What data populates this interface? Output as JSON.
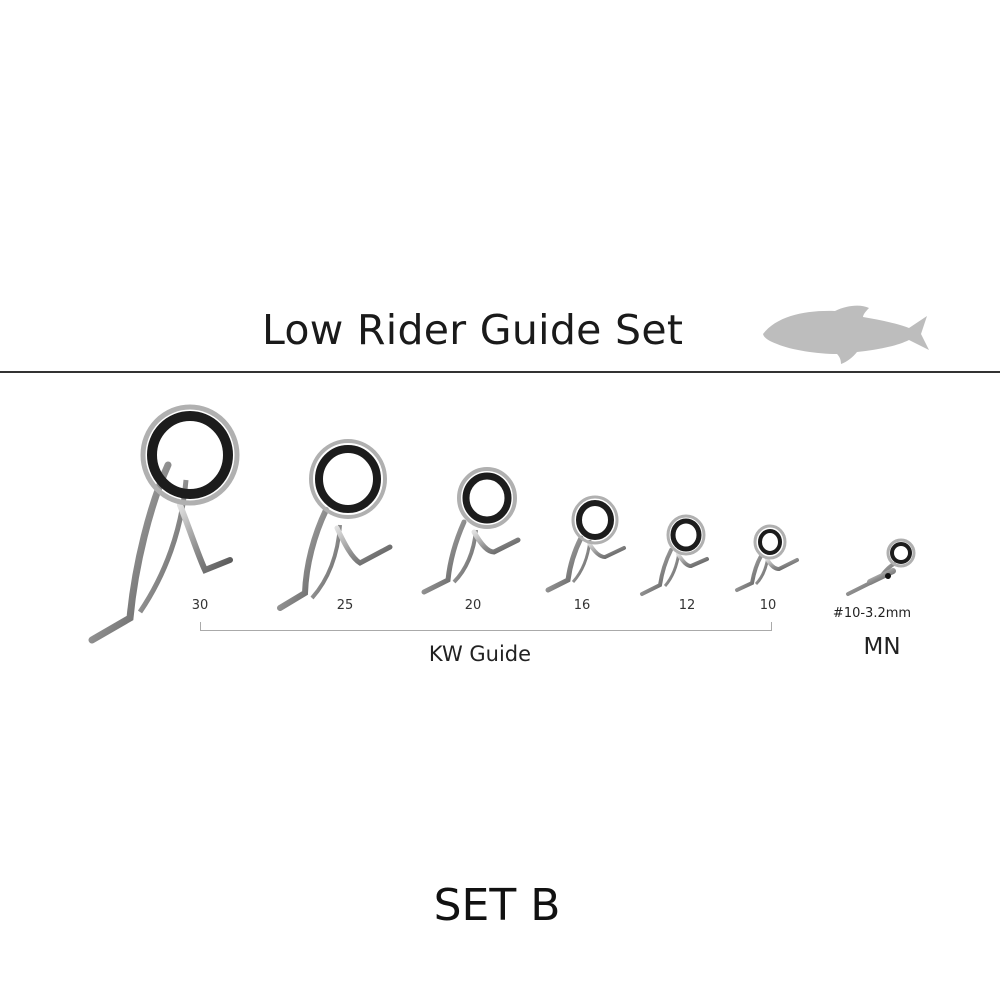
{
  "header": {
    "title": "Low Rider Guide Set",
    "icon": "fish-icon"
  },
  "kw_group": {
    "label": "KW Guide",
    "sizes": [
      "30",
      "25",
      "20",
      "16",
      "12",
      "10"
    ]
  },
  "mn_group": {
    "size": "#10-3.2mm",
    "label": "MN"
  },
  "footer": {
    "set_label": "SET B"
  },
  "colors": {
    "divider": "#333333",
    "fish": "#bdbdbd",
    "ring_insert": "#1c1c1c",
    "frame": "#8a8a8a"
  }
}
